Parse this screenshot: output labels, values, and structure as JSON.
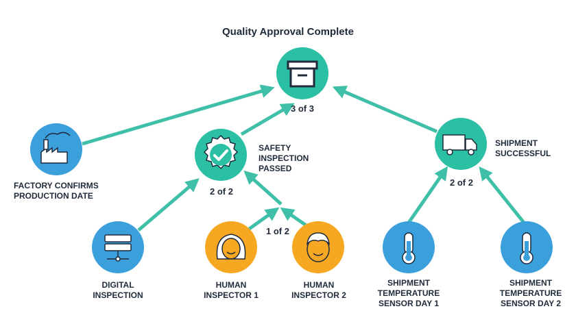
{
  "title": "Quality Approval Complete",
  "colors": {
    "teal": "#2bbfa4",
    "blue": "#3b9fdc",
    "orange": "#f7a822",
    "arrow": "#3fbfa8",
    "dark": "#1f2a3a"
  },
  "nodes": {
    "approval": {
      "count": "3 of 3",
      "icon": "box-icon"
    },
    "safety": {
      "label": "SAFETY\nINSPECTION\nPASSED",
      "count": "2 of 2",
      "icon": "checkmark-badge-icon"
    },
    "shipment": {
      "label": "SHIPMENT\nSUCCESSFUL",
      "count": "2 of 2",
      "icon": "truck-icon"
    },
    "factory": {
      "label": "FACTORY CONFIRMS\nPRODUCTION DATE",
      "icon": "factory-icon"
    },
    "digital": {
      "label": "DIGITAL\nINSPECTION",
      "icon": "server-icon"
    },
    "human1": {
      "label": "HUMAN\nINSPECTOR 1",
      "icon": "female-face-icon"
    },
    "human2": {
      "label": "HUMAN\nINSPECTOR 2",
      "icon": "male-face-icon"
    },
    "human_join": {
      "count": "1 of 2"
    },
    "sensor1": {
      "label": "SHIPMENT\nTEMPERATURE\nSENSOR DAY 1",
      "icon": "thermometer-icon"
    },
    "sensor2": {
      "label": "SHIPMENT\nTEMPERATURE\nSENSOR DAY 2",
      "icon": "thermometer-icon"
    }
  }
}
